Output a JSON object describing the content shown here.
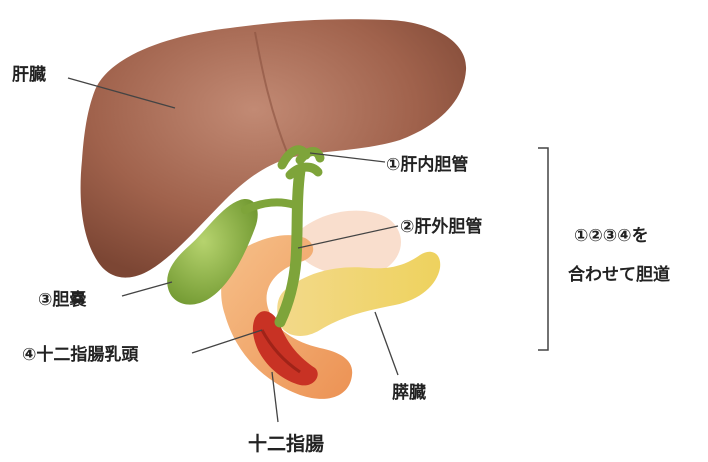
{
  "labels": {
    "liver": "肝臓",
    "intrahepatic_duct": "①肝内胆管",
    "extrahepatic_duct": "②肝外胆管",
    "gallbladder": "③胆嚢",
    "papilla": "④十二指腸乳頭",
    "pancreas": "膵臓",
    "duodenum": "十二指腸",
    "summary_line1": "①②③④を",
    "summary_line2": "合わせて胆道"
  },
  "colors": {
    "liver": "#9a5b47",
    "gallbladder": "#8fb84a",
    "bile_duct": "#7ea43a",
    "pancreas": "#f1d36e",
    "duodenum": "#f2a46a",
    "papilla": "#c83224",
    "stomach_shadow": "#f7d6c1",
    "line": "#444444"
  }
}
